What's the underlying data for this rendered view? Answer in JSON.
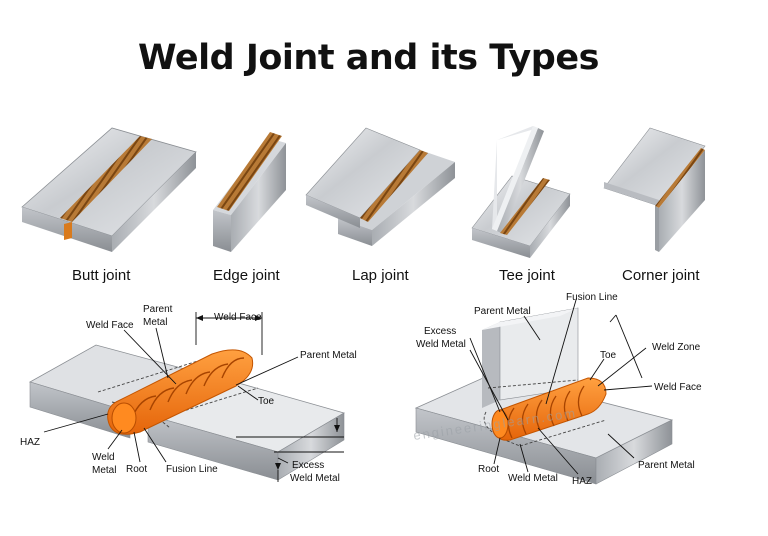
{
  "title": "Weld Joint and its Types",
  "joints": {
    "butt": "Butt joint",
    "edge": "Edge joint",
    "lap": "Lap joint",
    "tee": "Tee joint",
    "corner": "Corner joint"
  },
  "butt_diagram": {
    "weld_face": "Weld Face",
    "parent_metal_1": "Parent",
    "parent_metal_2": "Metal",
    "weld_face_top": "Weld Face",
    "parent_metal_right": "Parent Metal",
    "toe": "Toe",
    "haz": "HAZ",
    "weld_metal_1": "Weld",
    "weld_metal_2": "Metal",
    "root": "Root",
    "fusion_line": "Fusion Line",
    "excess_1": "Excess",
    "excess_2": "Weld Metal"
  },
  "tee_diagram": {
    "parent_metal_top": "Parent Metal",
    "fusion_line": "Fusion Line",
    "excess_1": "Excess",
    "excess_2": "Weld Metal",
    "weld_zone": "Weld Zone",
    "toe": "Toe",
    "weld_face": "Weld Face",
    "root": "Root",
    "weld_metal": "Weld Metal",
    "haz": "HAZ",
    "parent_metal_bottom": "Parent Metal",
    "watermark": "engineeringlearn.com"
  },
  "colors": {
    "weld_orange": "#f07a10",
    "weld_bronze": "#b0712a",
    "metal_light": "#e6e8eb",
    "metal_mid": "#c3c6cb",
    "metal_dark": "#8f9398"
  }
}
